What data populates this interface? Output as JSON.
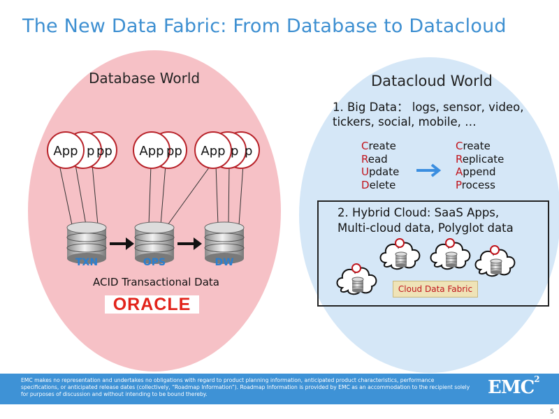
{
  "title": "The New Data Fabric: From Database to Datacloud",
  "database_world": {
    "heading": "Database World",
    "app_label": "App",
    "app_partial_labels": [
      "p",
      "pp"
    ],
    "databases": [
      "TXN",
      "OPS",
      "DW"
    ],
    "caption": "ACID Transactional Data",
    "oracle_logo": "ORACLE"
  },
  "datacloud_world": {
    "heading": "Datacloud World",
    "big_data_line1": "1. Big Data： logs, sensor, video,",
    "big_data_line2": "tickers, social, mobile, …",
    "crud_left": [
      {
        "first": "C",
        "rest": "reate"
      },
      {
        "first": "R",
        "rest": "ead"
      },
      {
        "first": "U",
        "rest": "pdate"
      },
      {
        "first": "D",
        "rest": "elete"
      }
    ],
    "crud_right": [
      {
        "first": "C",
        "rest": "reate"
      },
      {
        "first": "R",
        "rest": "eplicate"
      },
      {
        "first": "A",
        "rest": "ppend"
      },
      {
        "first": "P",
        "rest": "rocess"
      }
    ],
    "hybrid_line1": "2. Hybrid Cloud: SaaS Apps,",
    "hybrid_line2": "Multi-cloud data, Polyglot data",
    "cloud_fabric_label": "Cloud Data Fabric"
  },
  "footer": {
    "disclaimer": "EMC makes no representation and undertakes no obligations with regard to product planning information, anticipated product characteristics, performance specifications, or anticipated release dates (collectively, “Roadmap Information”).  Roadmap Information is provided by EMC as an accommodation to the recipient solely for purposes of discussion and without intending to be bound thereby.",
    "logo": "EMC",
    "logo_sup": "2",
    "page_number": "5"
  },
  "colors": {
    "title_blue": "#3d8fd1",
    "footer_blue": "#3e92d6",
    "left_oval": "#f6c1c6",
    "right_oval": "#d5e7f7",
    "accent_red": "#c0141c",
    "db_label_blue": "#2b7fd0"
  }
}
